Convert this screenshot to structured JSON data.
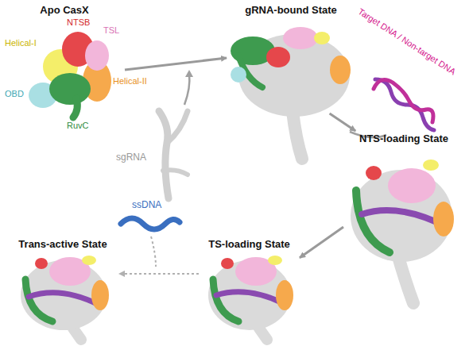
{
  "diagram": {
    "nodes": [
      {
        "text": [
          "Apo CasX"
        ]
      },
      {
        "text": [
          "gRNA-bound State"
        ]
      },
      {
        "text": [
          "NTS-loading State"
        ]
      },
      {
        "text": [
          "TS-loading State"
        ]
      },
      {
        "text": [
          "Trans-active State"
        ]
      }
    ],
    "edges": [
      {
        "from": 0,
        "to": 1,
        "arrow": "to"
      },
      {
        "from": 1,
        "to": 2,
        "arrow": "to"
      },
      {
        "from": 2,
        "to": 3,
        "arrow": "to"
      },
      {
        "from": 3,
        "to": 4,
        "arrow": "to"
      }
    ],
    "labels": [
      "NTSB",
      "TSL",
      "Helical-I",
      "Helical-II",
      "OBD",
      "RuvC",
      "sgRNA",
      "Target DNA / Non-target DNA",
      "ssDNA"
    ]
  }
}
